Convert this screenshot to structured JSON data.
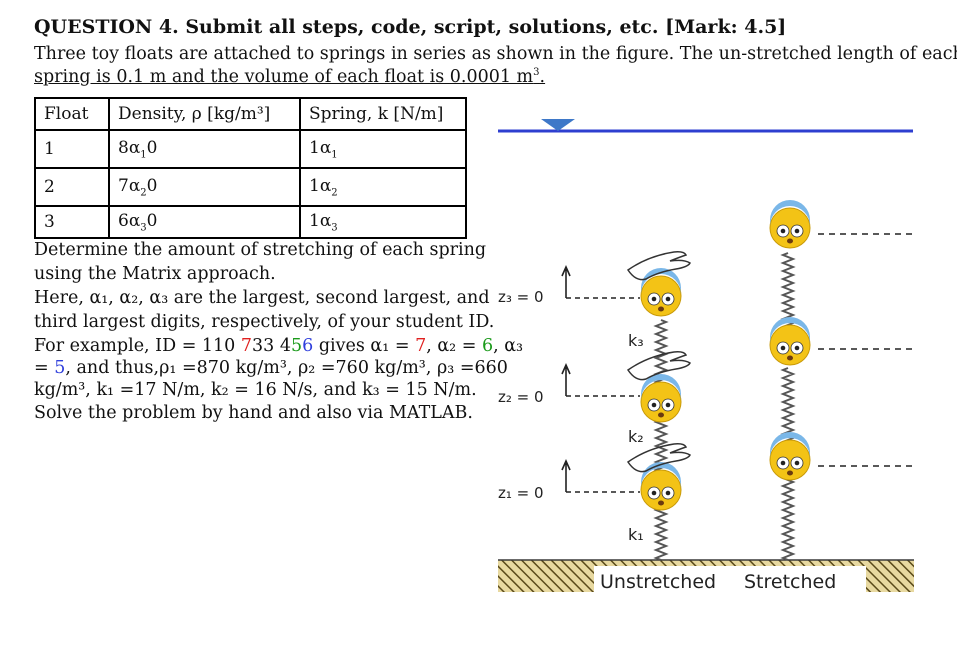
{
  "question": {
    "heading": "QUESTION 4. Submit all steps, code, script, solutions, etc. [Mark: 4.5]",
    "intro_line1": "Three toy floats are attached to springs in series as shown in the figure. The un-stretched length of each",
    "intro_line2_pre": "spring is 0.1 m and the volume of each float is 0.0001 m",
    "intro_line2_sup": "3",
    "intro_line2_post": "."
  },
  "table": {
    "headers": [
      "Float",
      "Density, ρ [kg/m³]",
      "Spring, k [N/m]"
    ],
    "rows": [
      {
        "float": "1",
        "density": "8α",
        "density_sub": "1",
        "density_suffix": "0",
        "spring": "1α",
        "spring_sub": "1"
      },
      {
        "float": "2",
        "density": "7α",
        "density_sub": "2",
        "density_suffix": "0",
        "spring": "1α",
        "spring_sub": "2"
      },
      {
        "float": "3",
        "density": "6α",
        "density_sub": "3",
        "density_suffix": "0",
        "spring": "1α",
        "spring_sub": "3"
      }
    ]
  },
  "body": {
    "line1": "Determine the amount of stretching of each spring",
    "line2": "using the Matrix approach.",
    "line3": "Here, α₁, α₂, α₃ are the largest, second largest, and",
    "line4": "third largest digits, respectively, of your student ID.",
    "line5_pre": "For example, ID = 110 ",
    "line5_red": "7",
    "line5_mid1": "33 4",
    "line5_green": "5",
    "line5_blue": "6",
    "line5_post": " gives α₁ = ",
    "line5_a1": "7",
    "line5_a2pre": ", α₂ = ",
    "line5_a2": "6",
    "line5_a3pre": ", α₃",
    "line6_pre": "= ",
    "line6_a3": "5",
    "line6_post": ", and thus,ρ₁ =870 kg/m³, ρ₂ =760 kg/m³, ρ₃ =660",
    "line7": "kg/m³, k₁ =17 N/m, k₂ = 16 N/s, and k₃ = 15 N/m.",
    "line8": "Solve the problem by hand and also via MATLAB."
  },
  "figure": {
    "z3_label": "z₃ = 0",
    "z2_label": "z₂ = 0",
    "z1_label": "z₁ = 0",
    "k3_label": "k₃",
    "k2_label": "k₂",
    "k1_label": "k₁",
    "unstretched_label": "Unstretched",
    "stretched_label": "Stretched",
    "colors": {
      "water": "#2e3fd0",
      "float": "#f3c316",
      "ground": "#5a4a1a"
    }
  }
}
